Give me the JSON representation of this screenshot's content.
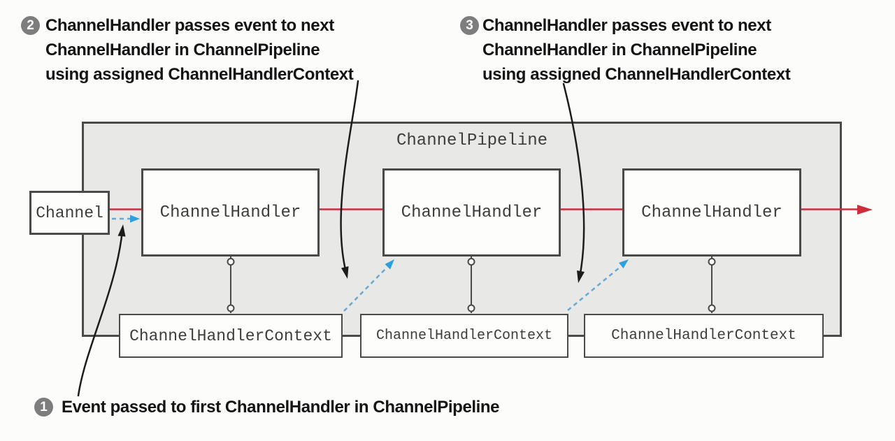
{
  "pipeline": {
    "label": "ChannelPipeline"
  },
  "channel": {
    "label": "Channel"
  },
  "handlers": [
    "ChannelHandler",
    "ChannelHandler",
    "ChannelHandler"
  ],
  "contexts": [
    "ChannelHandlerContext",
    "ChannelHandlerContext",
    "ChannelHandlerContext"
  ],
  "annotations": {
    "step1": {
      "number": "1",
      "text": "Event passed to first ChannelHandler in ChannelPipeline"
    },
    "step2": {
      "number": "2",
      "lines": [
        "ChannelHandler passes event to next",
        "ChannelHandler in ChannelPipeline",
        "using assigned ChannelHandlerContext"
      ]
    },
    "step3": {
      "number": "3",
      "lines": [
        "ChannelHandler passes event to next",
        "ChannelHandler in ChannelPipeline",
        "using assigned ChannelHandlerContext"
      ]
    }
  },
  "colors": {
    "event_red": "#c9303c",
    "context_blue": "#2f9fe0",
    "context_blue_dash": "#6aa7d0",
    "arrow_black": "#1c1c1c",
    "box_border": "#4a4a4a",
    "box_fill": "#fdfdfc",
    "pipeline_fill": "#e8e9e6",
    "badge_gray": "#7d7d7d",
    "mono_text": "#3d3d3d",
    "annotation_text": "#141414"
  }
}
